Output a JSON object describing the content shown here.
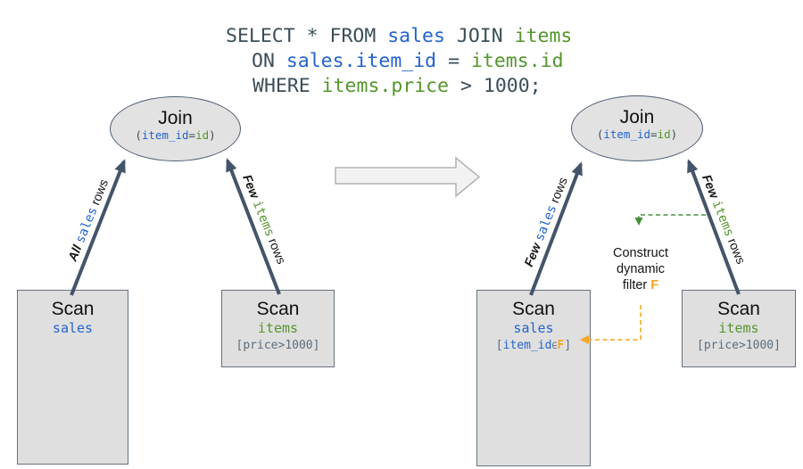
{
  "colors": {
    "blue": "#2363cf",
    "green": "#55952d",
    "sql-dark": "#3b4d58",
    "slate": "#5d6d7c",
    "orange": "#f5a623",
    "arrow": "#44546a",
    "dash-green": "#44913c",
    "box-border": "#66727f"
  },
  "sql_query": {
    "lines": [
      {
        "segments": [
          {
            "t": "SELECT * FROM ",
            "cls": "dark"
          },
          {
            "t": "sales",
            "cls": "blue"
          },
          {
            "t": " JOIN ",
            "cls": "dark"
          },
          {
            "t": "items",
            "cls": "green"
          }
        ]
      },
      {
        "segments": [
          {
            "t": "ON ",
            "cls": "dark"
          },
          {
            "t": "sales.item_id",
            "cls": "blue"
          },
          {
            "t": " = ",
            "cls": "dark"
          },
          {
            "t": "items.id",
            "cls": "green"
          }
        ]
      },
      {
        "segments": [
          {
            "t": "WHERE ",
            "cls": "dark"
          },
          {
            "t": "items.price",
            "cls": "green"
          },
          {
            "t": " > 1000;",
            "cls": "dark"
          }
        ]
      }
    ]
  },
  "left_plan": {
    "join_node": {
      "title": "Join",
      "condition": [
        {
          "t": "(",
          "cls": "dark"
        },
        {
          "t": "item_id",
          "cls": "blue"
        },
        {
          "t": "=",
          "cls": "dark"
        },
        {
          "t": "id",
          "cls": "green"
        },
        {
          "t": ")",
          "cls": "dark"
        }
      ]
    },
    "edge_label_sales": {
      "segments": [
        {
          "t": "All ",
          "cls": "bi"
        },
        {
          "t": "sales",
          "cls": "blue"
        },
        {
          "t": " rows",
          "cls": "plain"
        }
      ]
    },
    "edge_label_items": {
      "segments": [
        {
          "t": "Few ",
          "cls": "bi"
        },
        {
          "t": "items",
          "cls": "green"
        },
        {
          "t": " rows",
          "cls": "plain"
        }
      ]
    },
    "scan_sales": {
      "title": "Scan",
      "table": [
        {
          "t": "sales",
          "cls": "blue"
        }
      ]
    },
    "scan_items": {
      "title": "Scan",
      "table": [
        {
          "t": "items",
          "cls": "green"
        }
      ],
      "filter": [
        {
          "t": "[price>1000]",
          "cls": "slate"
        }
      ]
    }
  },
  "right_plan": {
    "join_node": {
      "title": "Join",
      "condition": [
        {
          "t": "(",
          "cls": "dark"
        },
        {
          "t": "item_id",
          "cls": "blue"
        },
        {
          "t": "=",
          "cls": "dark"
        },
        {
          "t": "id",
          "cls": "green"
        },
        {
          "t": ")",
          "cls": "dark"
        }
      ]
    },
    "edge_label_sales": {
      "segments": [
        {
          "t": "Few ",
          "cls": "bi"
        },
        {
          "t": "sales",
          "cls": "blue"
        },
        {
          "t": " rows",
          "cls": "plain"
        }
      ]
    },
    "edge_label_items": {
      "segments": [
        {
          "t": "Few ",
          "cls": "bi"
        },
        {
          "t": "items",
          "cls": "green"
        },
        {
          "t": " rows",
          "cls": "plain"
        }
      ]
    },
    "scan_sales": {
      "title": "Scan",
      "table": [
        {
          "t": "sales",
          "cls": "blue"
        }
      ],
      "filter": [
        {
          "t": "[",
          "cls": "slate"
        },
        {
          "t": "item_id",
          "cls": "blue"
        },
        {
          "t": "∈",
          "cls": "slate-sm"
        },
        {
          "t": "F",
          "cls": "orange-b"
        },
        {
          "t": "]",
          "cls": "slate"
        }
      ]
    },
    "scan_items": {
      "title": "Scan",
      "table": [
        {
          "t": "items",
          "cls": "green"
        }
      ],
      "filter": [
        {
          "t": "[price>1000]",
          "cls": "slate"
        }
      ]
    },
    "annotation": {
      "line1": "Construct",
      "line2": "dynamic",
      "line3": [
        {
          "t": "filter ",
          "cls": "plain"
        },
        {
          "t": "F",
          "cls": "orange-sans-b"
        }
      ]
    }
  }
}
